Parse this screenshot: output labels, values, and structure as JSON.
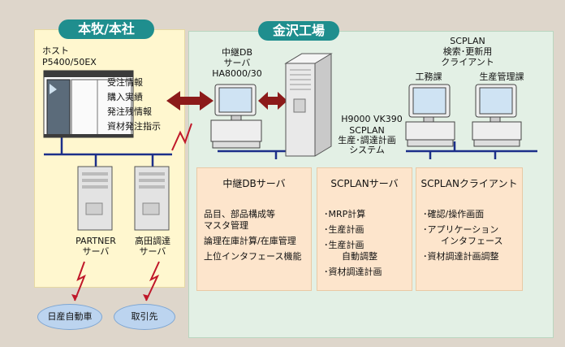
{
  "regions": {
    "hq": {
      "title": "本牧/本社"
    },
    "factory": {
      "title": "金沢工場"
    }
  },
  "nodes": {
    "host": {
      "label": "ホスト",
      "model": "P5400/50EX"
    },
    "relay_db": {
      "label1": "中継DB",
      "label2": "サーバ",
      "model": "HA8000/30"
    },
    "h9000": {
      "model": "H9000 VK390",
      "line1": "SCPLAN",
      "line2": "生産･調達計画",
      "line3": "システム"
    },
    "scplan_clients": {
      "line1": "SCPLAN",
      "line2": "検索･更新用",
      "line3": "クライアント"
    },
    "dept_works": {
      "label": "工務課"
    },
    "dept_prod": {
      "label": "生産管理課"
    },
    "partner_server": {
      "line1": "PARTNER",
      "line2": "サーバ"
    },
    "takada_server": {
      "line1": "高田調達",
      "line2": "サーバ"
    },
    "nissan": {
      "label": "日産自動車"
    },
    "suppliers": {
      "label": "取引先"
    }
  },
  "host_data_items": [
    "受注情報",
    "購入実績",
    "発注残情報",
    "資材発注指示"
  ],
  "panels": [
    {
      "title": "中継DBサーバ",
      "items": [
        "品目、部品構成等\nマスタ管理",
        "論理在庫計算/在庫管理",
        "上位インタフェース機能"
      ]
    },
    {
      "title": "SCPLANサーバ",
      "items": [
        "･MRP計算",
        "･生産計画",
        "･生産計画\n　　自動調整",
        "･資材調達計画"
      ]
    },
    {
      "title": "SCPLANクライアント",
      "items": [
        "･確認/操作画面",
        "･アプリケーション\n　　インタフェース",
        "･資材調達計画調整"
      ]
    }
  ],
  "colors": {
    "background": "#ded6cb",
    "hq_region": "#fff7cf",
    "factory_region": "#e3f0e5",
    "title_pill": "#1f8e8e",
    "panel": "#fde5cc",
    "arrow": "#8c1a1a",
    "network_line": "#1c2f8a",
    "lightning": "#c0182a",
    "partner_oval": "#bcd4ef"
  },
  "icons": [
    "mainframe-icon",
    "server-tower-icon",
    "monitor-icon",
    "double-arrow-icon",
    "lightning-link-icon"
  ]
}
